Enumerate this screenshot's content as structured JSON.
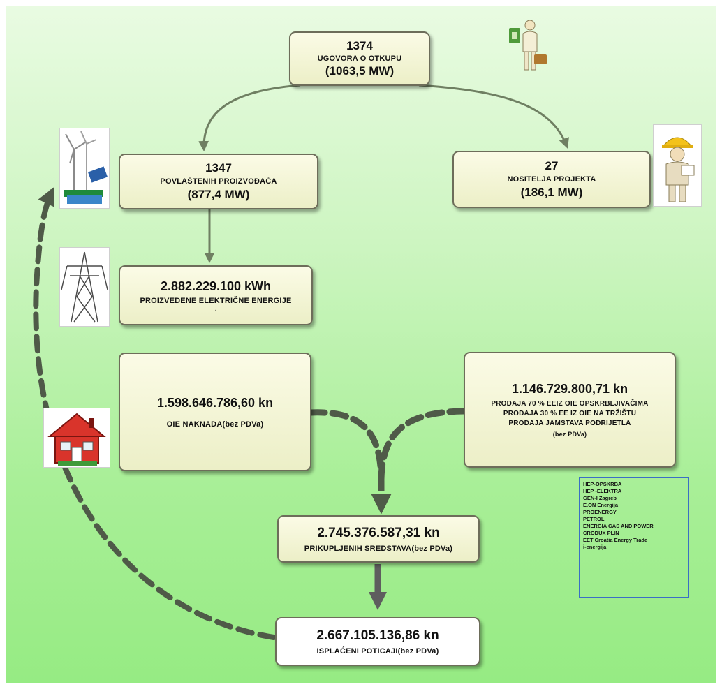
{
  "diagram": {
    "contracts": {
      "count": "1374",
      "label": "UGOVORA O OTKUPU",
      "power": "(1063,5 MW)"
    },
    "producers": {
      "count": "1347",
      "label": "POVLAŠTENIH PROIZVOĐAČA",
      "power": "(877,4 MW)"
    },
    "project_holders": {
      "count": "27",
      "label": "NOSITELJA PROJEKTA",
      "power": "(186,1 MW)"
    },
    "energy": {
      "value": "2.882.229.100 kWh",
      "label": "PROIZVEDENE ELEKTRIČNE ENERGIJE",
      "mark": "."
    },
    "oie_fee": {
      "value": "1.598.646.786,60 kn",
      "label": "OIE NAKNADA(bez PDVa)"
    },
    "sales": {
      "value": "1.146.729.800,71 kn",
      "line1": "PRODAJA 70 % EEIZ OIE OPSKRBLJIVAČIMA",
      "line2": "PRODAJA 30 % EE IZ OIE NA TRŽIŠTU",
      "line3": "PRODAJA JAMSTAVA PODRIJETLA",
      "line4": "(bez PDVa)"
    },
    "collected": {
      "value": "2.745.376.587,31 kn",
      "label": "PRIKUPLJENIH SREDSTAVA(bez PDVa)"
    },
    "paid": {
      "value": "2.667.105.136,86 kn",
      "label": "ISPLAĆENI POTICAJI(bez PDVa)"
    }
  },
  "suppliers": [
    "HEP-OPSKRBA",
    "HEP -ELEKTRA",
    "GEN-I Zagreb",
    "E.ON Energija",
    "PROENERGY",
    "PETROL",
    "ENERGIA GAS AND POWER",
    "CRODUX PLIN",
    "EET Croatia Energy Trade",
    "i-energija"
  ],
  "icons": [
    "businessman-icon",
    "wind-solar-icon",
    "worker-icon",
    "power-pylon-icon",
    "house-icon"
  ],
  "colors": {
    "background_top": "#e9fbe2",
    "background_bottom": "#96eb83",
    "arrow": "#6f7f62",
    "dashed": "#4f5a48",
    "list_border": "#3a6fc4"
  }
}
